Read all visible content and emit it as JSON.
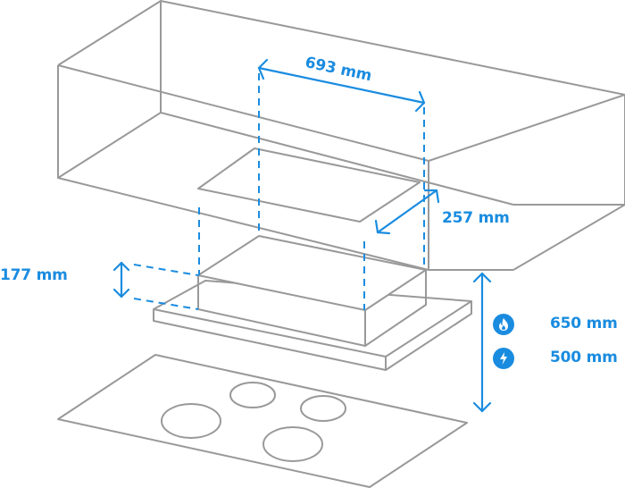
{
  "diagram": {
    "subject": "Built-in cooker hood installation dimensions",
    "components": [
      "cabinet",
      "cutout",
      "hood-body",
      "hood-glass-panel",
      "hob"
    ],
    "colors": {
      "accent": "#1a8ce0",
      "outline": "#999999"
    },
    "dimensions": {
      "width": "693 mm",
      "depth": "257 mm",
      "height": "177 mm",
      "gas_clearance": "650 mm",
      "electric_clearance": "500 mm"
    },
    "icons": {
      "gas": "flame-icon",
      "electric": "lightning-icon"
    }
  }
}
